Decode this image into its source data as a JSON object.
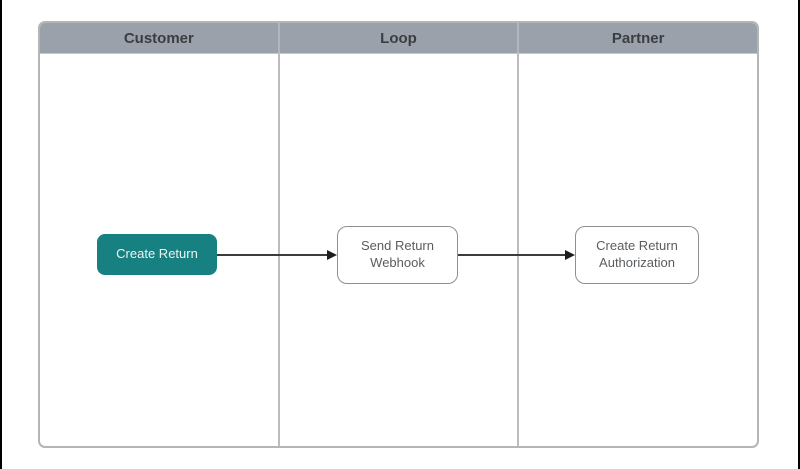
{
  "diagram": {
    "type": "swimlane-flowchart",
    "lanes": [
      {
        "label": "Customer"
      },
      {
        "label": "Loop"
      },
      {
        "label": "Partner"
      }
    ],
    "nodes": [
      {
        "id": "create-return",
        "label": "Create Return",
        "lane": "Customer",
        "style": "teal-filled"
      },
      {
        "id": "send-return-webhook",
        "label": "Send Return Webhook",
        "lane": "Loop",
        "style": "white-outline"
      },
      {
        "id": "create-return-authorization",
        "label": "Create Return Authorization",
        "lane": "Partner",
        "style": "white-outline"
      }
    ],
    "connectors": [
      {
        "from": "Create Return",
        "to": "Send Return Webhook",
        "arrow": "filled-right"
      },
      {
        "from": "Send Return Webhook",
        "to": "Create Return Authorization",
        "arrow": "filled-right"
      }
    ],
    "colors": {
      "lane_header_bg": "#9ba1ab",
      "lane_header_text": "#3a3d42",
      "lane_border": "#b5b5b5",
      "lane_divider": "#bcbcbc",
      "teal_node_fill": "#178080",
      "teal_node_text": "#edf4f4",
      "outline_node_border": "#8d9093",
      "outline_node_text": "#5a5d60",
      "connector": "#3c3c3c",
      "canvas_bg": "#ffffff",
      "frame_edge": "#000000"
    }
  }
}
